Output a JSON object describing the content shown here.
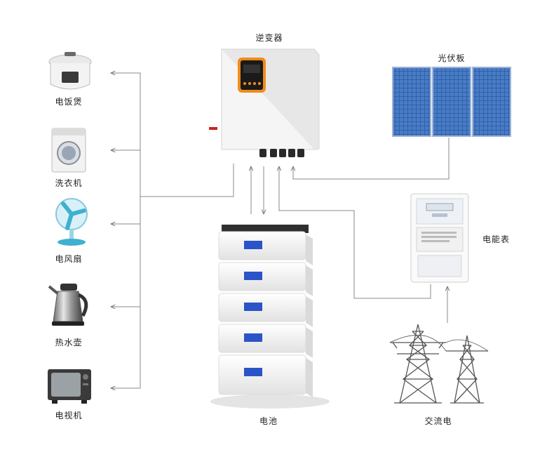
{
  "labels": {
    "inverter": "逆变器",
    "pv": "光伏板",
    "meter": "电能表",
    "battery": "电池",
    "grid": "交流电",
    "rice_cooker": "电饭煲",
    "washer": "洗衣机",
    "fan": "电风扇",
    "kettle": "热水壶",
    "tv": "电视机"
  },
  "inverter_screen": {
    "brand_color": "#f08c1a"
  },
  "colors": {
    "line": "#8a8a8a",
    "panel": "#2d5fa8",
    "panel_light": "#5d86c6",
    "inverter_body": "#f4f4f4",
    "battery_body": "#f6f6f6",
    "battery_indicator": "#2b54c8",
    "tower": "#555555"
  }
}
